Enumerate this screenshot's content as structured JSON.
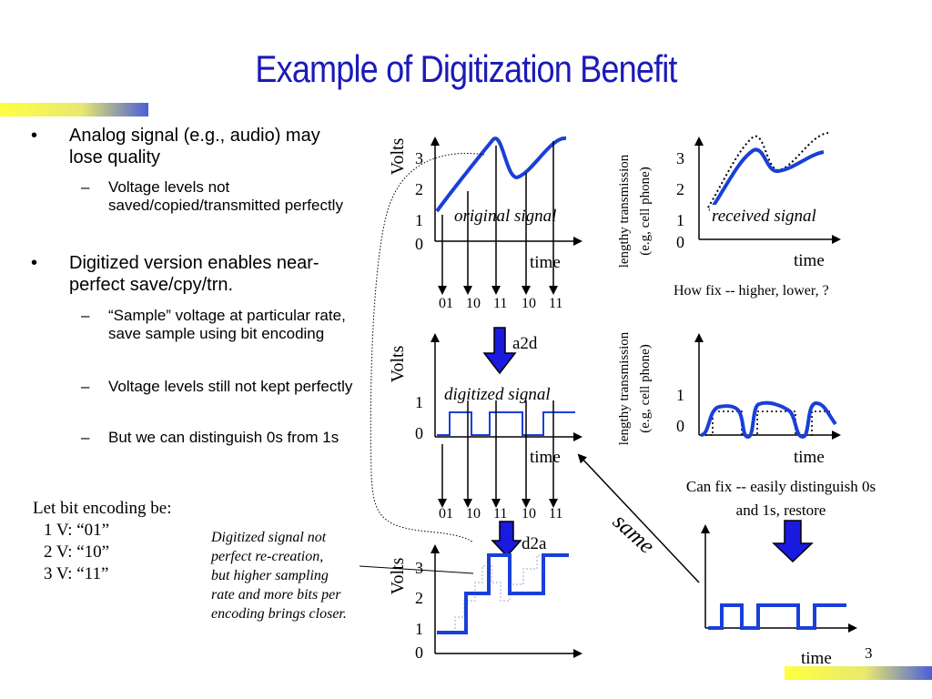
{
  "slide": {
    "title": "Example of Digitization Benefit",
    "page_number": "3",
    "accent_color": "#1a1ab8",
    "signal_color": "#1a3fd8"
  },
  "bullets": [
    {
      "level": 1,
      "text": "Analog signal (e.g., audio) may lose quality"
    },
    {
      "level": 2,
      "text": "Voltage levels not saved/copied/transmitted perfectly"
    },
    {
      "level": 1,
      "text": "Digitized version enables near-perfect save/cpy/trn."
    },
    {
      "level": 2,
      "text": "“Sample” voltage at particular rate, save sample using bit encoding"
    },
    {
      "level": 2,
      "text": "Voltage levels still not kept perfectly"
    },
    {
      "level": 2,
      "text": "But we can distinguish 0s from 1s"
    }
  ],
  "encoding": {
    "heading": "Let bit encoding be:",
    "items": [
      "1 V: “01”",
      "2 V: “10”",
      "3 V: “11”"
    ]
  },
  "note_text": [
    "Digitized signal not",
    "perfect re-creation,",
    "but higher sampling",
    "rate and more bits per",
    "encoding brings closer."
  ],
  "diagram": {
    "volts": "Volts",
    "time": "time",
    "ticks_3": [
      "3",
      "2",
      "1",
      "0"
    ],
    "ticks_1": [
      "1",
      "0"
    ],
    "original_signal": "original signal",
    "received_signal": "received signal",
    "digitized_signal": "digitized signal",
    "bits": [
      "01",
      "10",
      "11",
      "10",
      "11"
    ],
    "a2d": "a2d",
    "d2a": "d2a",
    "same": "same",
    "lengthy_line1": "lengthy transmission",
    "lengthy_line2": "(e.g, cell phone)",
    "how_fix": "How fix -- higher, lower, ?",
    "can_fix_line1": "Can fix -- easily distinguish 0s",
    "can_fix_line2": "and 1s, restore"
  }
}
